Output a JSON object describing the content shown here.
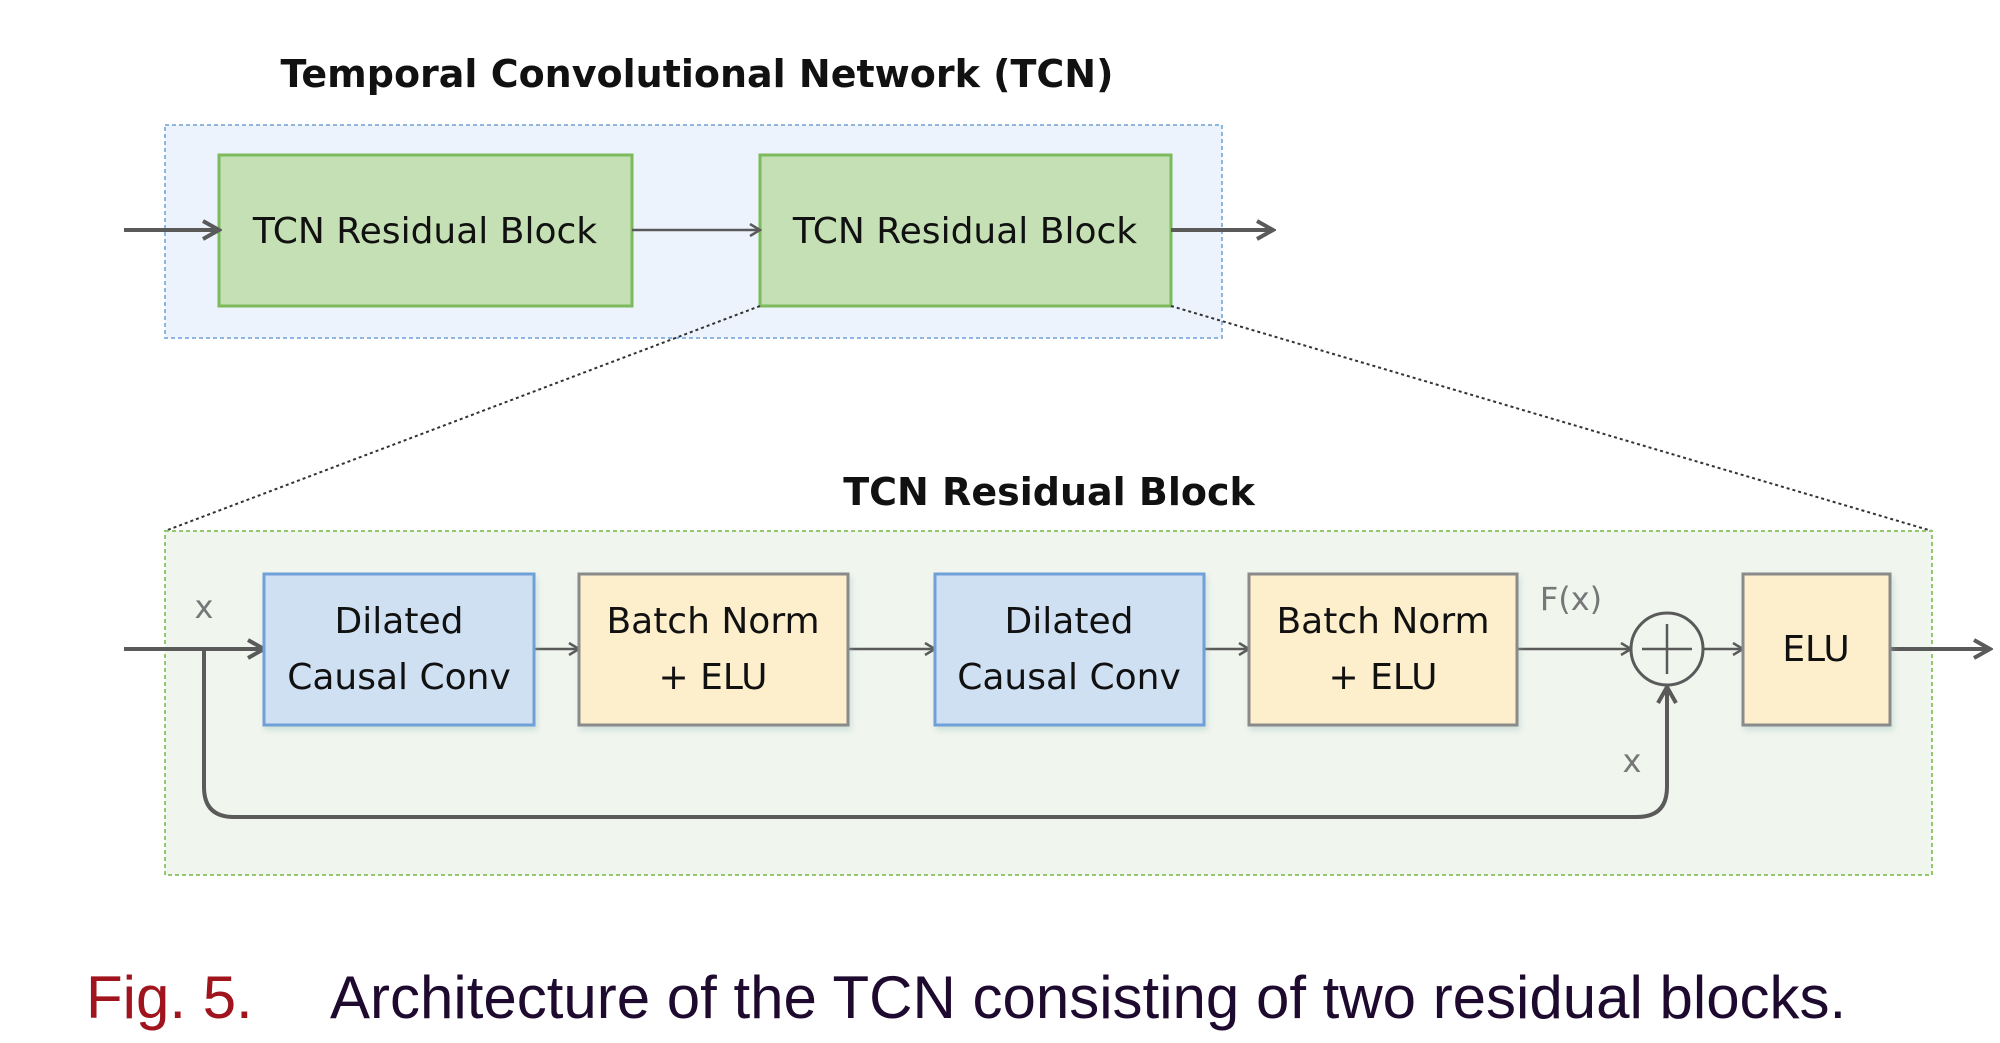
{
  "diagram": {
    "tcn_title": "Temporal Convolutional Network (TCN)",
    "tcn_blocks": [
      {
        "label": "TCN Residual Block"
      },
      {
        "label": "TCN Residual Block"
      }
    ],
    "residual_title": "TCN Residual Block",
    "residual_blocks": [
      {
        "line1": "Dilated",
        "line2": "Causal Conv",
        "kind": "conv"
      },
      {
        "line1": "Batch Norm",
        "line2": "+ ELU",
        "kind": "norm"
      },
      {
        "line1": "Dilated",
        "line2": "Causal Conv",
        "kind": "conv"
      },
      {
        "line1": "Batch Norm",
        "line2": "+ ELU",
        "kind": "norm"
      },
      {
        "line1": "ELU",
        "line2": "",
        "kind": "norm"
      }
    ],
    "input_label": "x",
    "fx_label": "F(x)",
    "skip_label": "x",
    "adder_symbol": "+",
    "colors": {
      "tcn_container_fill": "#edf3fc",
      "tcn_container_border": "#8fb6e0",
      "tcn_block_fill": "#c5e0b4",
      "tcn_block_border": "#7cba5c",
      "residual_container_fill": "#f0f5ee",
      "residual_container_border": "#92c96e",
      "conv_fill": "#cfe0f3",
      "conv_border": "#6fa0d8",
      "norm_fill": "#fdefcc",
      "norm_border": "#8a8a8a",
      "arrow": "#5a5a5a"
    }
  },
  "caption": {
    "label": "Fig. 5.",
    "text": "Architecture of the TCN consisting of two residual blocks.",
    "label_color": "#a0141e",
    "text_color": "#1e0a2e"
  }
}
